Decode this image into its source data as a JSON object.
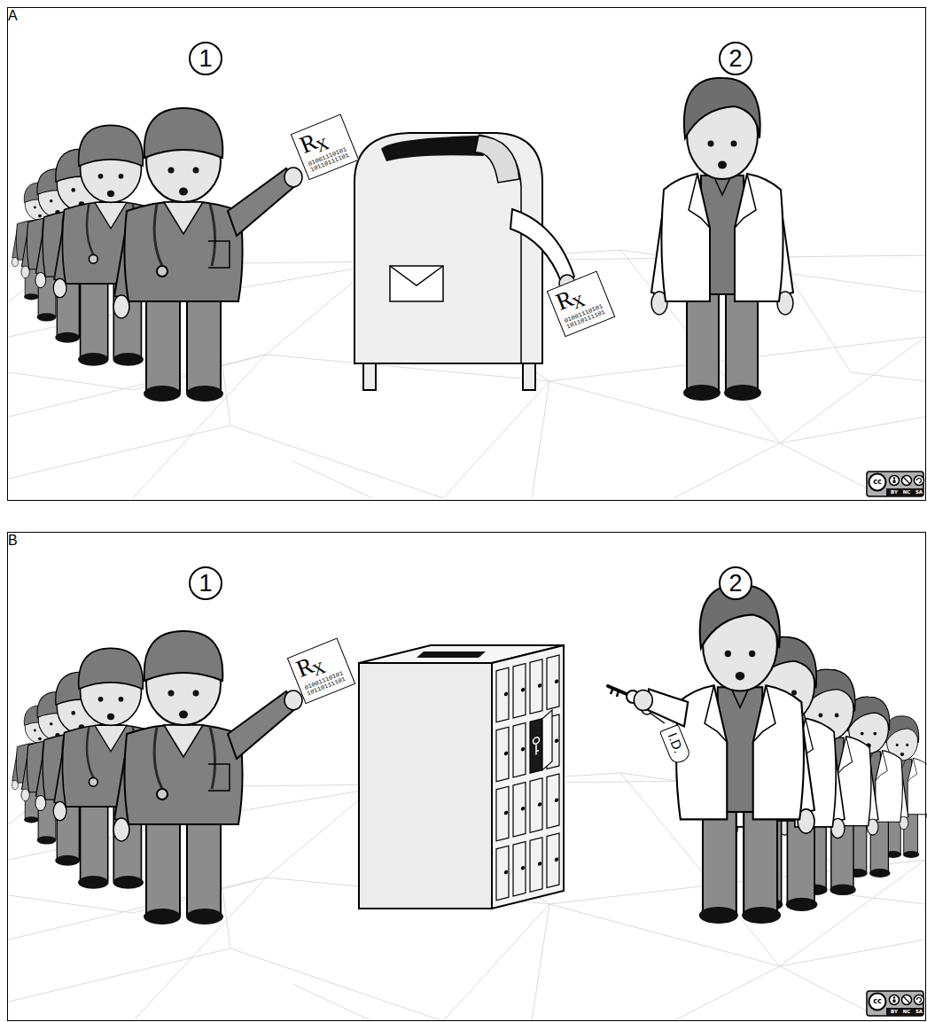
{
  "diagram": {
    "nodes": [
      {
        "text": [
          "A"
        ]
      },
      {
        "text": [
          "R",
          "X",
          "01001110101 10110111101"
        ],
        "in": 0
      },
      {
        "text": [
          "R",
          "X",
          "01001110101 10110111101"
        ],
        "in": 0
      },
      {
        "text": [
          "B"
        ]
      },
      {
        "text": [
          "R",
          "X",
          "01001110101 10110111101"
        ],
        "in": 3
      },
      {
        "text": [
          "I.D."
        ],
        "in": 3
      }
    ],
    "labels": [
      "1",
      "2",
      "cc",
      "BY",
      "NC",
      "SA",
      "1",
      "2",
      "cc",
      "BY",
      "NC",
      "SA"
    ]
  }
}
